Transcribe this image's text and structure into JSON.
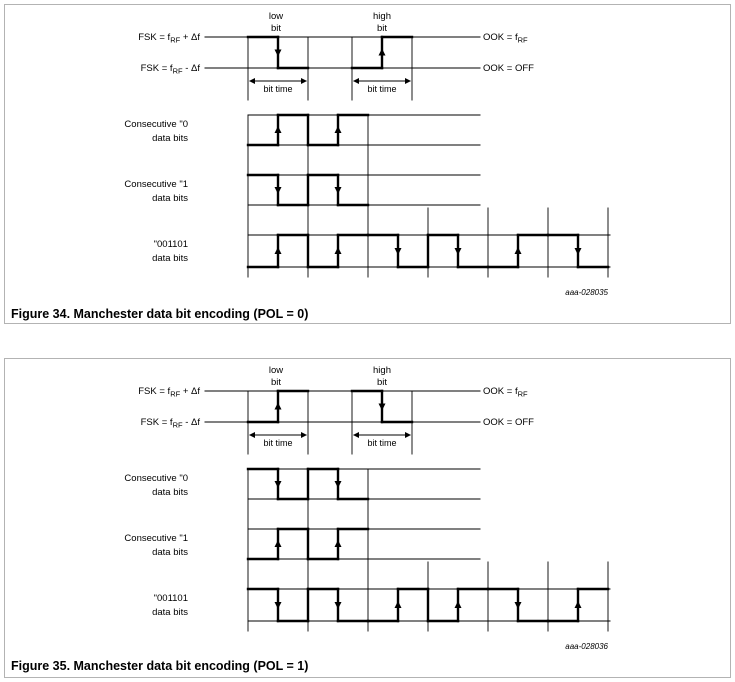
{
  "figures": [
    {
      "id": "fig1",
      "caption": "Figure 34.  Manchester data bit encoding (POL = 0)",
      "code": "aaa-028035",
      "low_waveform": [
        1,
        0
      ],
      "high_waveform": [
        0,
        1
      ],
      "rows": [
        {
          "label1": "Consecutive \"0",
          "label2": "data bits",
          "waveform": [
            0,
            1,
            0,
            1
          ]
        },
        {
          "label1": "Consecutive \"1",
          "label2": "data bits",
          "waveform": [
            1,
            0,
            1,
            0
          ]
        },
        {
          "label1": "\"001101",
          "label2": "data bits",
          "waveform": [
            0,
            1,
            0,
            1,
            1,
            0,
            1,
            0,
            0,
            1,
            1,
            0
          ]
        }
      ]
    },
    {
      "id": "fig2",
      "caption": "Figure 35.  Manchester data bit encoding (POL = 1)",
      "code": "aaa-028036",
      "low_waveform": [
        0,
        1
      ],
      "high_waveform": [
        1,
        0
      ],
      "rows": [
        {
          "label1": "Consecutive \"0",
          "label2": "data bits",
          "waveform": [
            1,
            0,
            1,
            0
          ]
        },
        {
          "label1": "Consecutive \"1",
          "label2": "data bits",
          "waveform": [
            0,
            1,
            0,
            1
          ]
        },
        {
          "label1": "\"001101",
          "label2": "data bits",
          "waveform": [
            1,
            0,
            1,
            0,
            0,
            1,
            0,
            1,
            1,
            0,
            0,
            1
          ]
        }
      ]
    }
  ],
  "labels": {
    "fsk_high_prefix": "FSK = f",
    "fsk_high_sub": "RF",
    "fsk_high_suffix": " + Δf",
    "fsk_low_prefix": "FSK = f",
    "fsk_low_sub": "RF",
    "fsk_low_suffix": " - Δf",
    "ook_high_prefix": "OOK = f",
    "ook_high_sub": "RF",
    "ook_low": "OOK = OFF",
    "low_bit_1": "low",
    "low_bit_2": "bit",
    "high_bit_1": "high",
    "high_bit_2": "bit",
    "bit_time": "bit time"
  }
}
